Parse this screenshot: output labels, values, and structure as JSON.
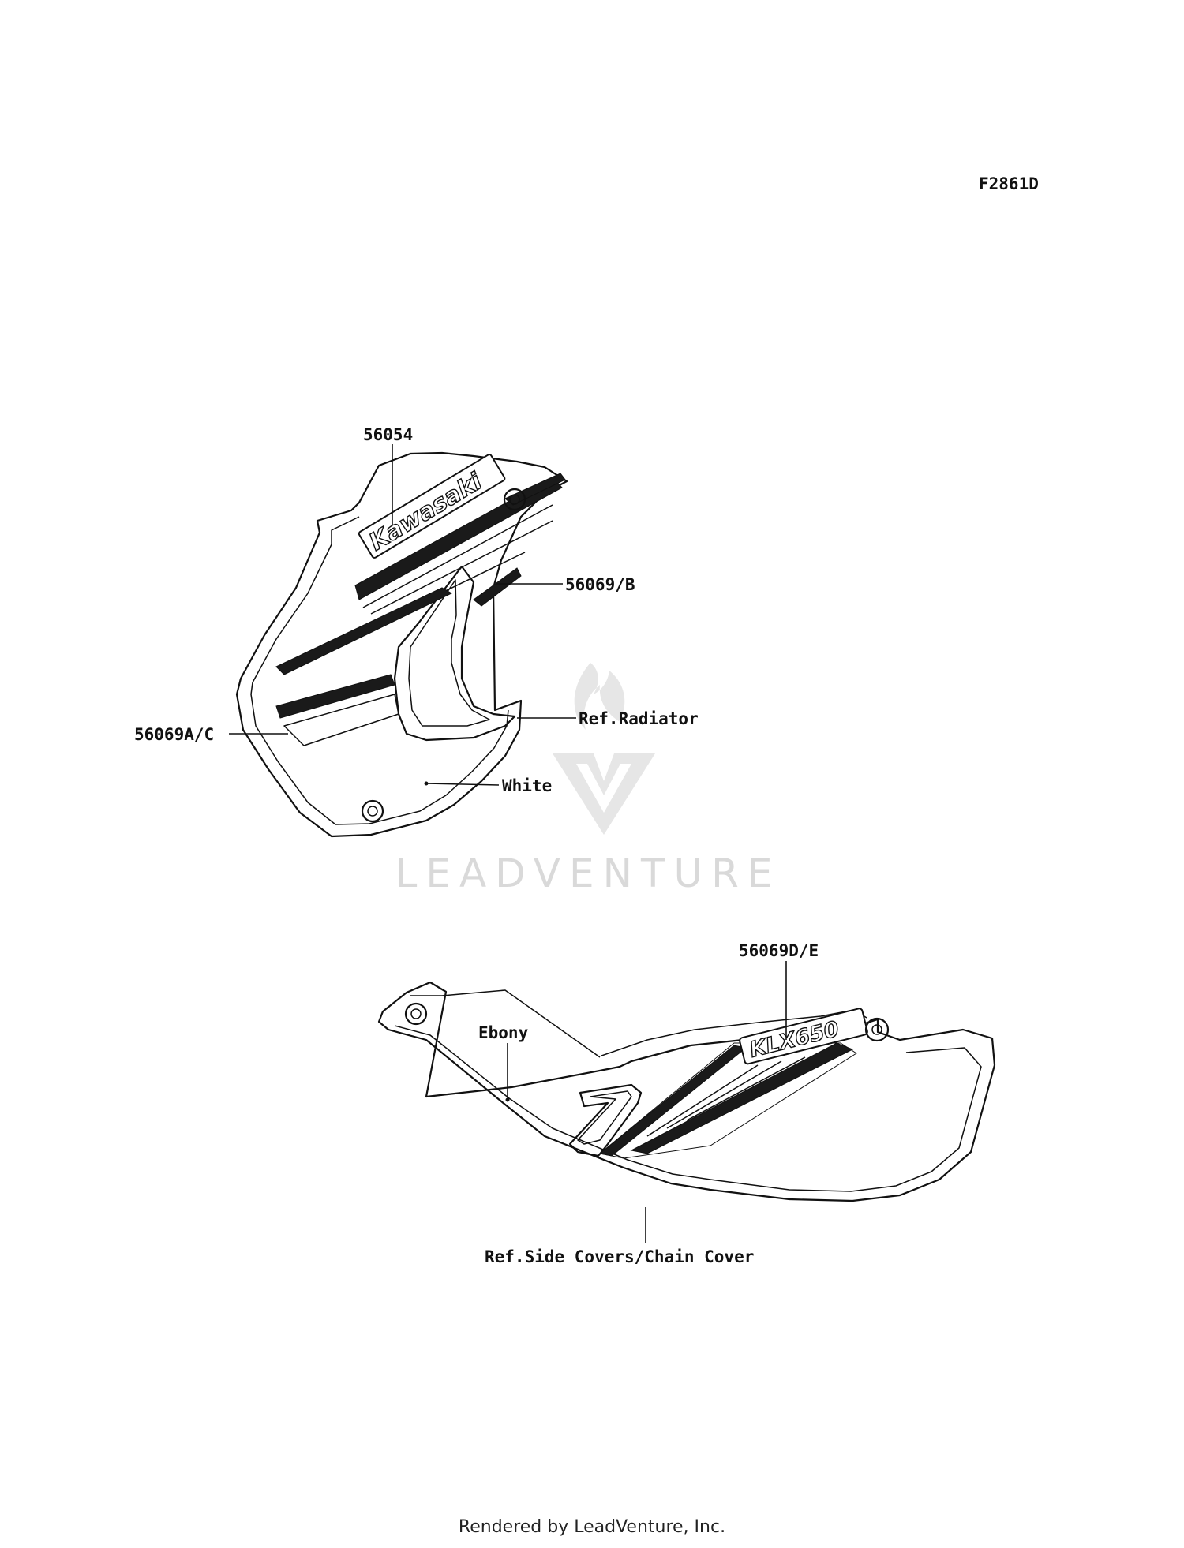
{
  "figure_code": "F2861D",
  "watermark": "LEADVENTURE",
  "footer": "Rendered by LeadVenture, Inc.",
  "callouts": {
    "shroud_emblem": "56054",
    "shroud_upper_stripe": "56069/B",
    "shroud_lower_stripe": "56069A/C",
    "radiator_ref": "Ref.Radiator",
    "shroud_color": "White",
    "side_cover_emblem": "56069D/E",
    "side_cover_color": "Ebony",
    "side_cover_ref": "Ref.Side Covers/Chain Cover"
  },
  "emblem_text": {
    "shroud_logo": "Kawasaki",
    "side_cover_logo": "KLX650"
  },
  "colors": {
    "line": "#111111",
    "watermark": "#d9d9d9"
  }
}
